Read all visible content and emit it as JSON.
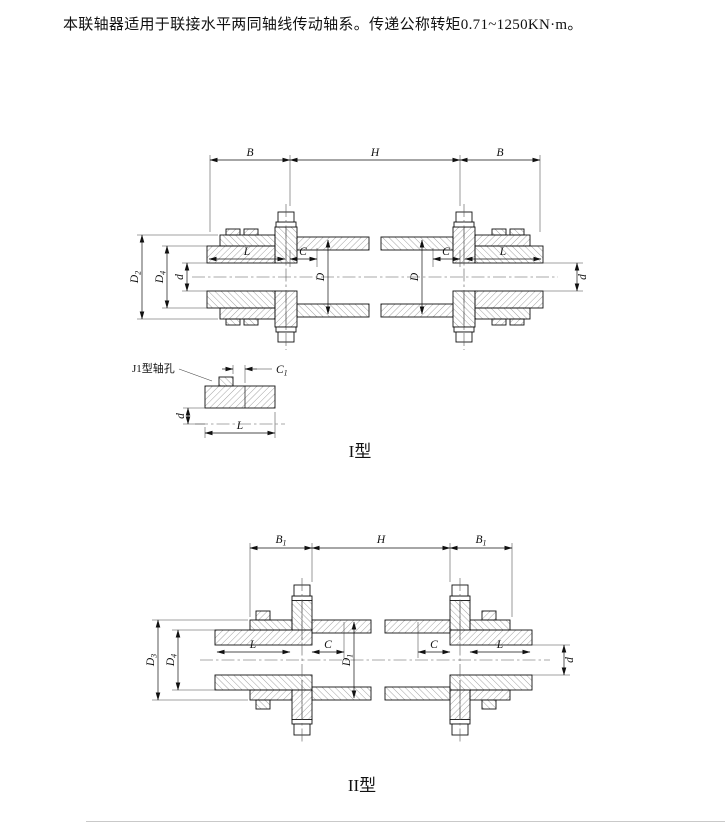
{
  "header": {
    "description": "本联轴器适用于联接水平两同轴线传动轴系。传递公称转矩0.71~1250KN·m。"
  },
  "fig1": {
    "caption": "I型",
    "dims": {
      "B_left": "B",
      "H": "H",
      "B_right": "B",
      "D2": {
        "base": "D",
        "sub": "2"
      },
      "D4": {
        "base": "D",
        "sub": "4"
      },
      "d_left": "d",
      "d_right": "d",
      "L_left": "L",
      "C_left": "C",
      "D_left": "D",
      "D_right": "D",
      "C_right": "C",
      "L_right": "L"
    },
    "detail": {
      "title": "J1型轴孔",
      "C1": {
        "base": "C",
        "sub": "1"
      },
      "d": "d",
      "L": "L"
    }
  },
  "fig2": {
    "caption": "II型",
    "dims": {
      "B1_left": {
        "base": "B",
        "sub": "1"
      },
      "H": "H",
      "B1_right": {
        "base": "B",
        "sub": "1"
      },
      "D3": {
        "base": "D",
        "sub": "3"
      },
      "D4": {
        "base": "D",
        "sub": "4"
      },
      "d_right": "d",
      "L_left": "L",
      "C_left": "C",
      "D1": {
        "base": "D",
        "sub": "1"
      },
      "C_right": "C",
      "L_right": "L"
    }
  }
}
